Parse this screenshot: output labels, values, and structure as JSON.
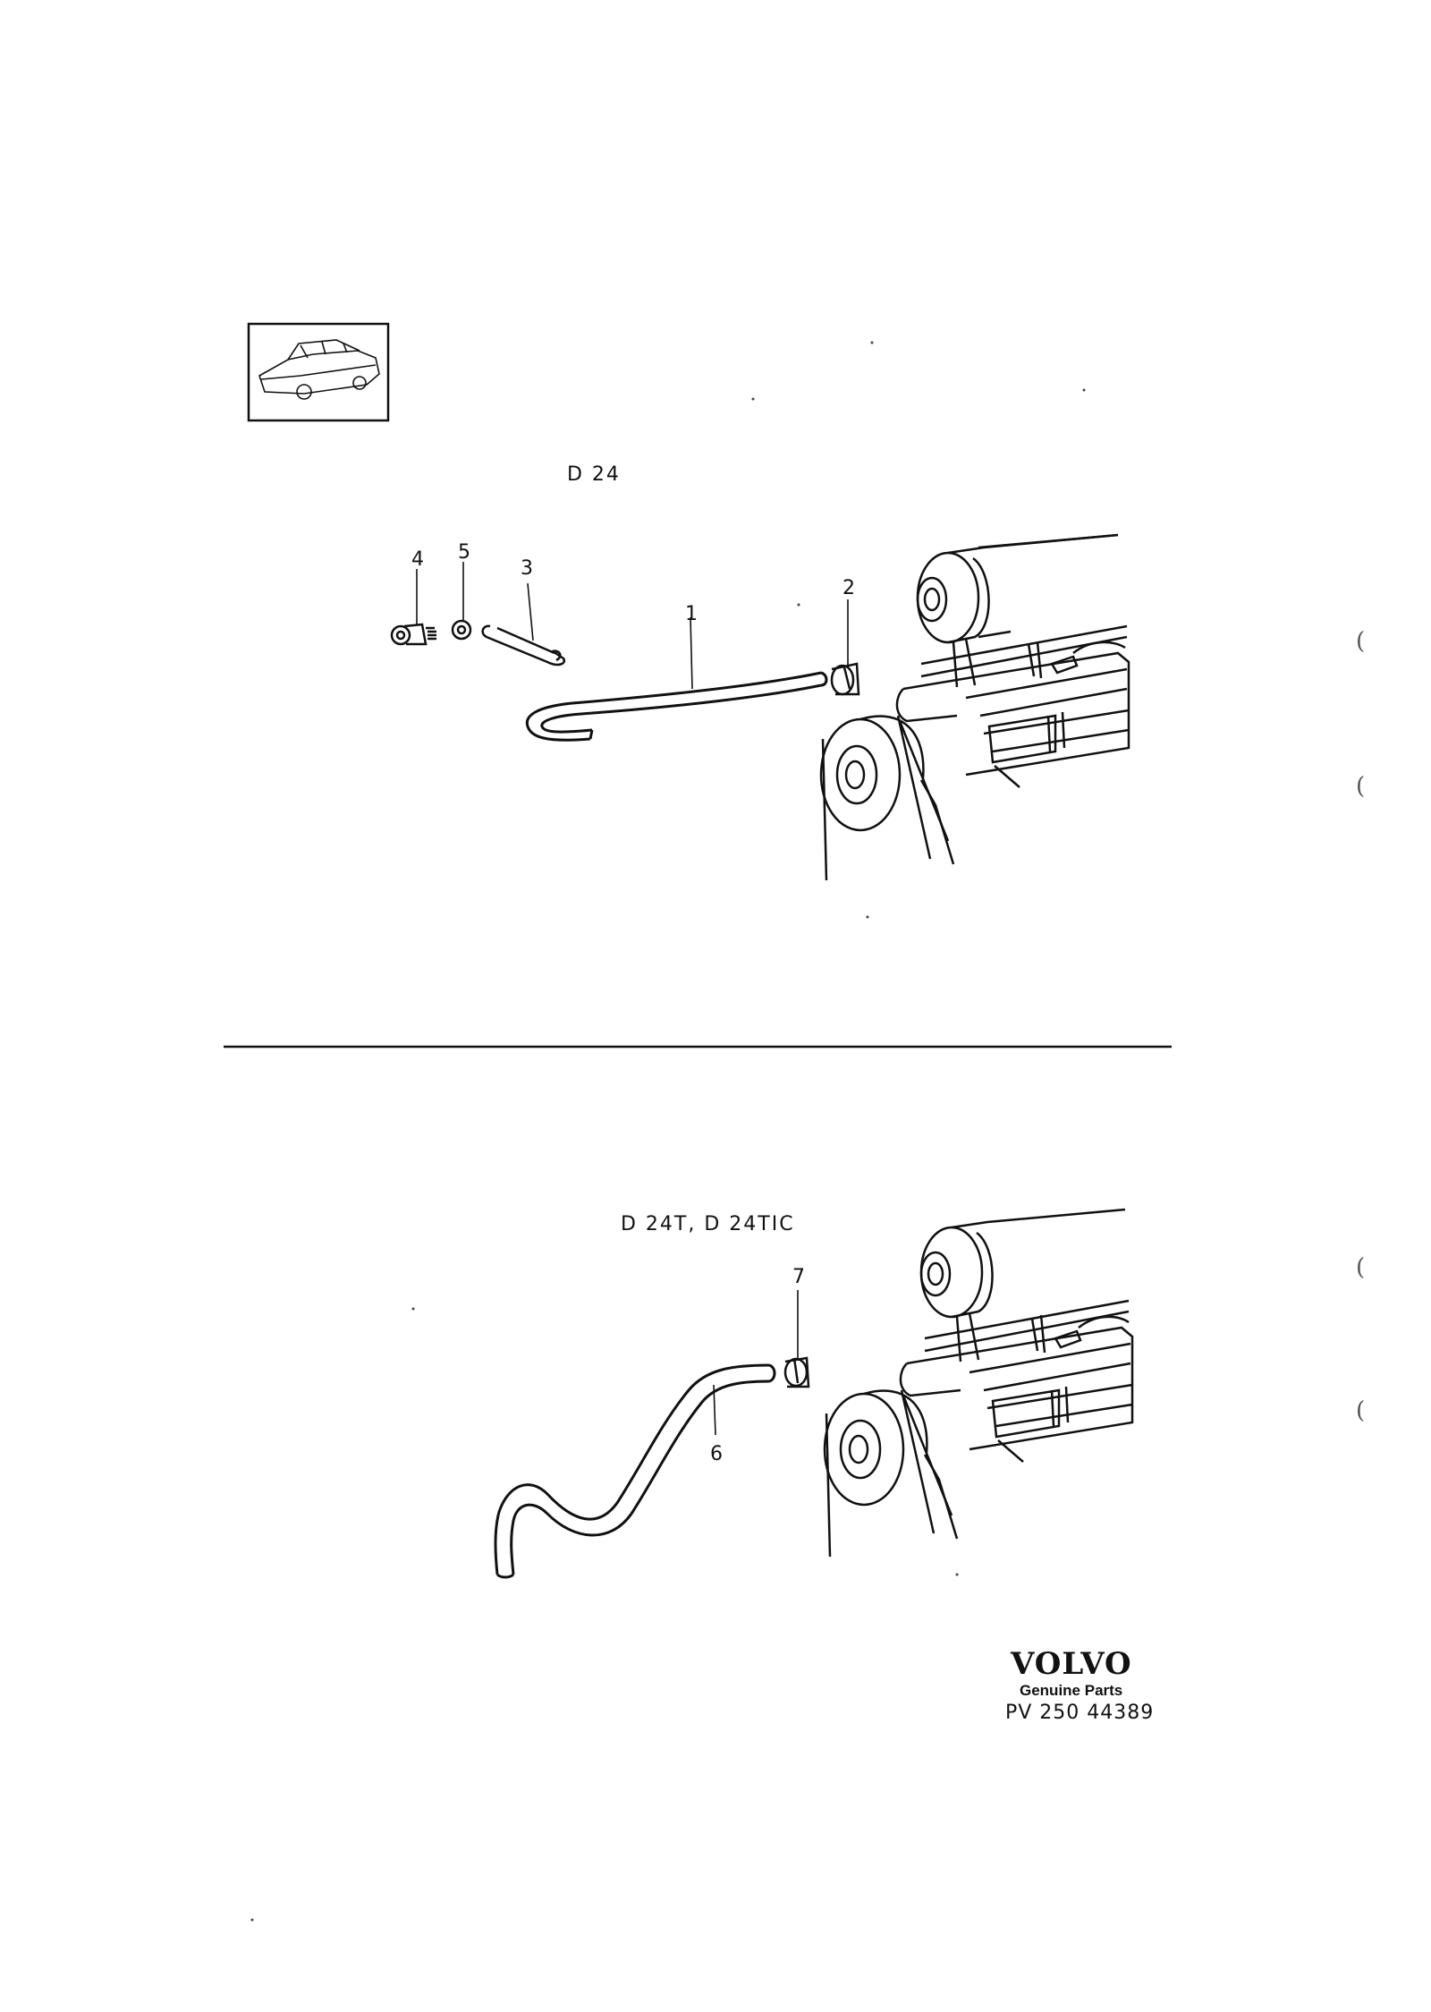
{
  "sections": [
    {
      "label": "D 24",
      "callouts": [
        "1",
        "2",
        "3",
        "4",
        "5"
      ]
    },
    {
      "label": "D 24T, D 24TIC",
      "callouts": [
        "6",
        "7"
      ]
    }
  ],
  "footer": {
    "brand": "VOLVO",
    "tagline": "Genuine Parts",
    "reference": "PV 250  44389"
  },
  "margin_marks": [
    "(",
    "(",
    "(",
    "("
  ]
}
